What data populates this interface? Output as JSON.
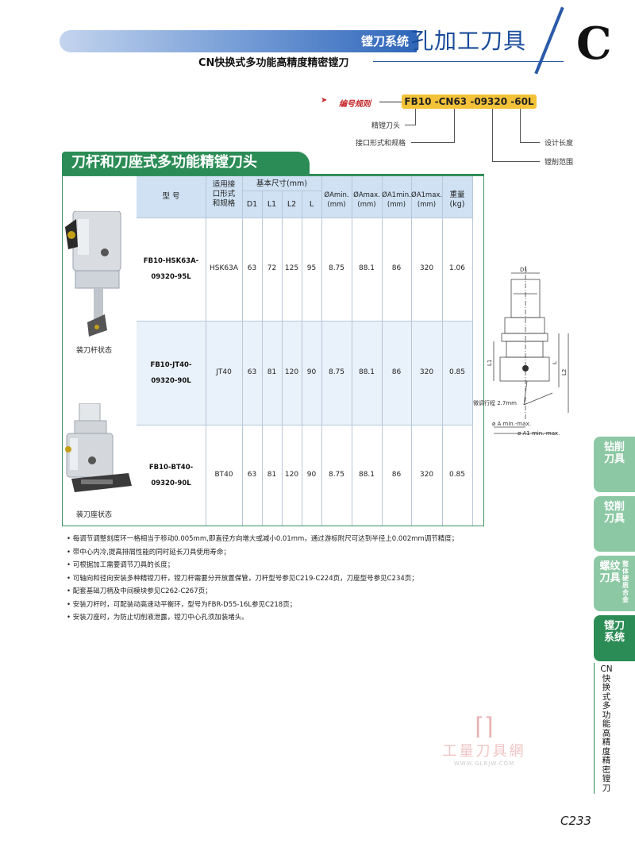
{
  "header": {
    "system": "镗刀系统",
    "main_title": "孔加工刀具",
    "chapter": "C",
    "subtitle": "CN快换式多功能高精度精密镗刀"
  },
  "naming_rule": {
    "label": "编号规则",
    "code": "FB10 -CN63 -09320 -60L",
    "parts": [
      "精镗刀头",
      "接口形式和规格",
      "设计长度",
      "镗削范围"
    ]
  },
  "section_title": "刀杆和刀座式多功能精镗刀头",
  "table": {
    "headers": {
      "model": "型 号",
      "interface": [
        "适用接",
        "口形式",
        "和规格"
      ],
      "basic_dims": "基本尺寸(mm)",
      "D1": "D1",
      "L1": "L1",
      "L2": "L2",
      "L": "L",
      "a_min": "ØAmin.",
      "a_max": "ØAmax.",
      "a1_min": "ØA1min.",
      "a1_max": "ØA1max.",
      "mm": "(mm)",
      "weight": "重量",
      "kg": "(kg)"
    },
    "rows": [
      {
        "model": [
          "FB10-HSK63A-",
          "09320-95L"
        ],
        "interface": "HSK63A",
        "D1": "63",
        "L1": "72",
        "L2": "125",
        "L": "95",
        "a_min": "8.75",
        "a_max": "88.1",
        "a1_min": "86",
        "a1_max": "320",
        "weight": "1.06"
      },
      {
        "model": [
          "FB10-JT40-",
          "09320-90L"
        ],
        "interface": "JT40",
        "D1": "63",
        "L1": "81",
        "L2": "120",
        "L": "90",
        "a_min": "8.75",
        "a_max": "88.1",
        "a1_min": "86",
        "a1_max": "320",
        "weight": "0.85"
      },
      {
        "model": [
          "FB10-BT40-",
          "09320-90L"
        ],
        "interface": "BT40",
        "D1": "63",
        "L1": "81",
        "L2": "120",
        "L": "90",
        "a_min": "8.75",
        "a_max": "88.1",
        "a1_min": "86",
        "a1_max": "320",
        "weight": "0.85"
      }
    ]
  },
  "photos": {
    "bar_state": "装刀杆状态",
    "holder_state": "装刀座状态"
  },
  "drawing": {
    "D1": "D1",
    "L1": "L1",
    "L": "L",
    "L2": "L2",
    "fine_travel": "微调行程 2.7mm",
    "a_range": "ø A min.-max.",
    "a1_range": "ø A1 min.-max."
  },
  "notes": [
    "每调节调整刻度环一格相当于移动0.005mm,即直径方向增大或减小0.01mm，通过游标附尺可达到半径上0.002mm调节精度；",
    "带中心内冷,提高排屑性能的同时延长刀具使用寿命；",
    "可根据加工需要调节刀具的长度；",
    "可轴向和径向安装多种精镗刀杆，镗刀杆需要分开放置保管，刀杆型号参见C219-C224页，刀座型号参见C234页；",
    "配套基础刀柄及中间模块参见C262-C267页；",
    "安装刀杆时，可配装动高速动平衡环，型号为FBR-D55-16L参见C218页；",
    "安装刀座时，为防止切削液泄露，镗刀中心孔须加装堵头。"
  ],
  "side_tabs": [
    {
      "label": "钻削刀具",
      "color": "#8cc8a4"
    },
    {
      "label": "铰削刀具",
      "color": "#8cc8a4"
    },
    {
      "label": "螺纹刀具",
      "small": "整体硬质合金",
      "color": "#8cc8a4"
    },
    {
      "label": "镗刀系统",
      "color": "#2b8c55"
    }
  ],
  "side_vertical": "CN快换式多功能高精度精密镗刀",
  "watermark": {
    "brand": "工量刀具網",
    "url": "WWW.GLRJW.COM"
  },
  "page_number": "C233"
}
